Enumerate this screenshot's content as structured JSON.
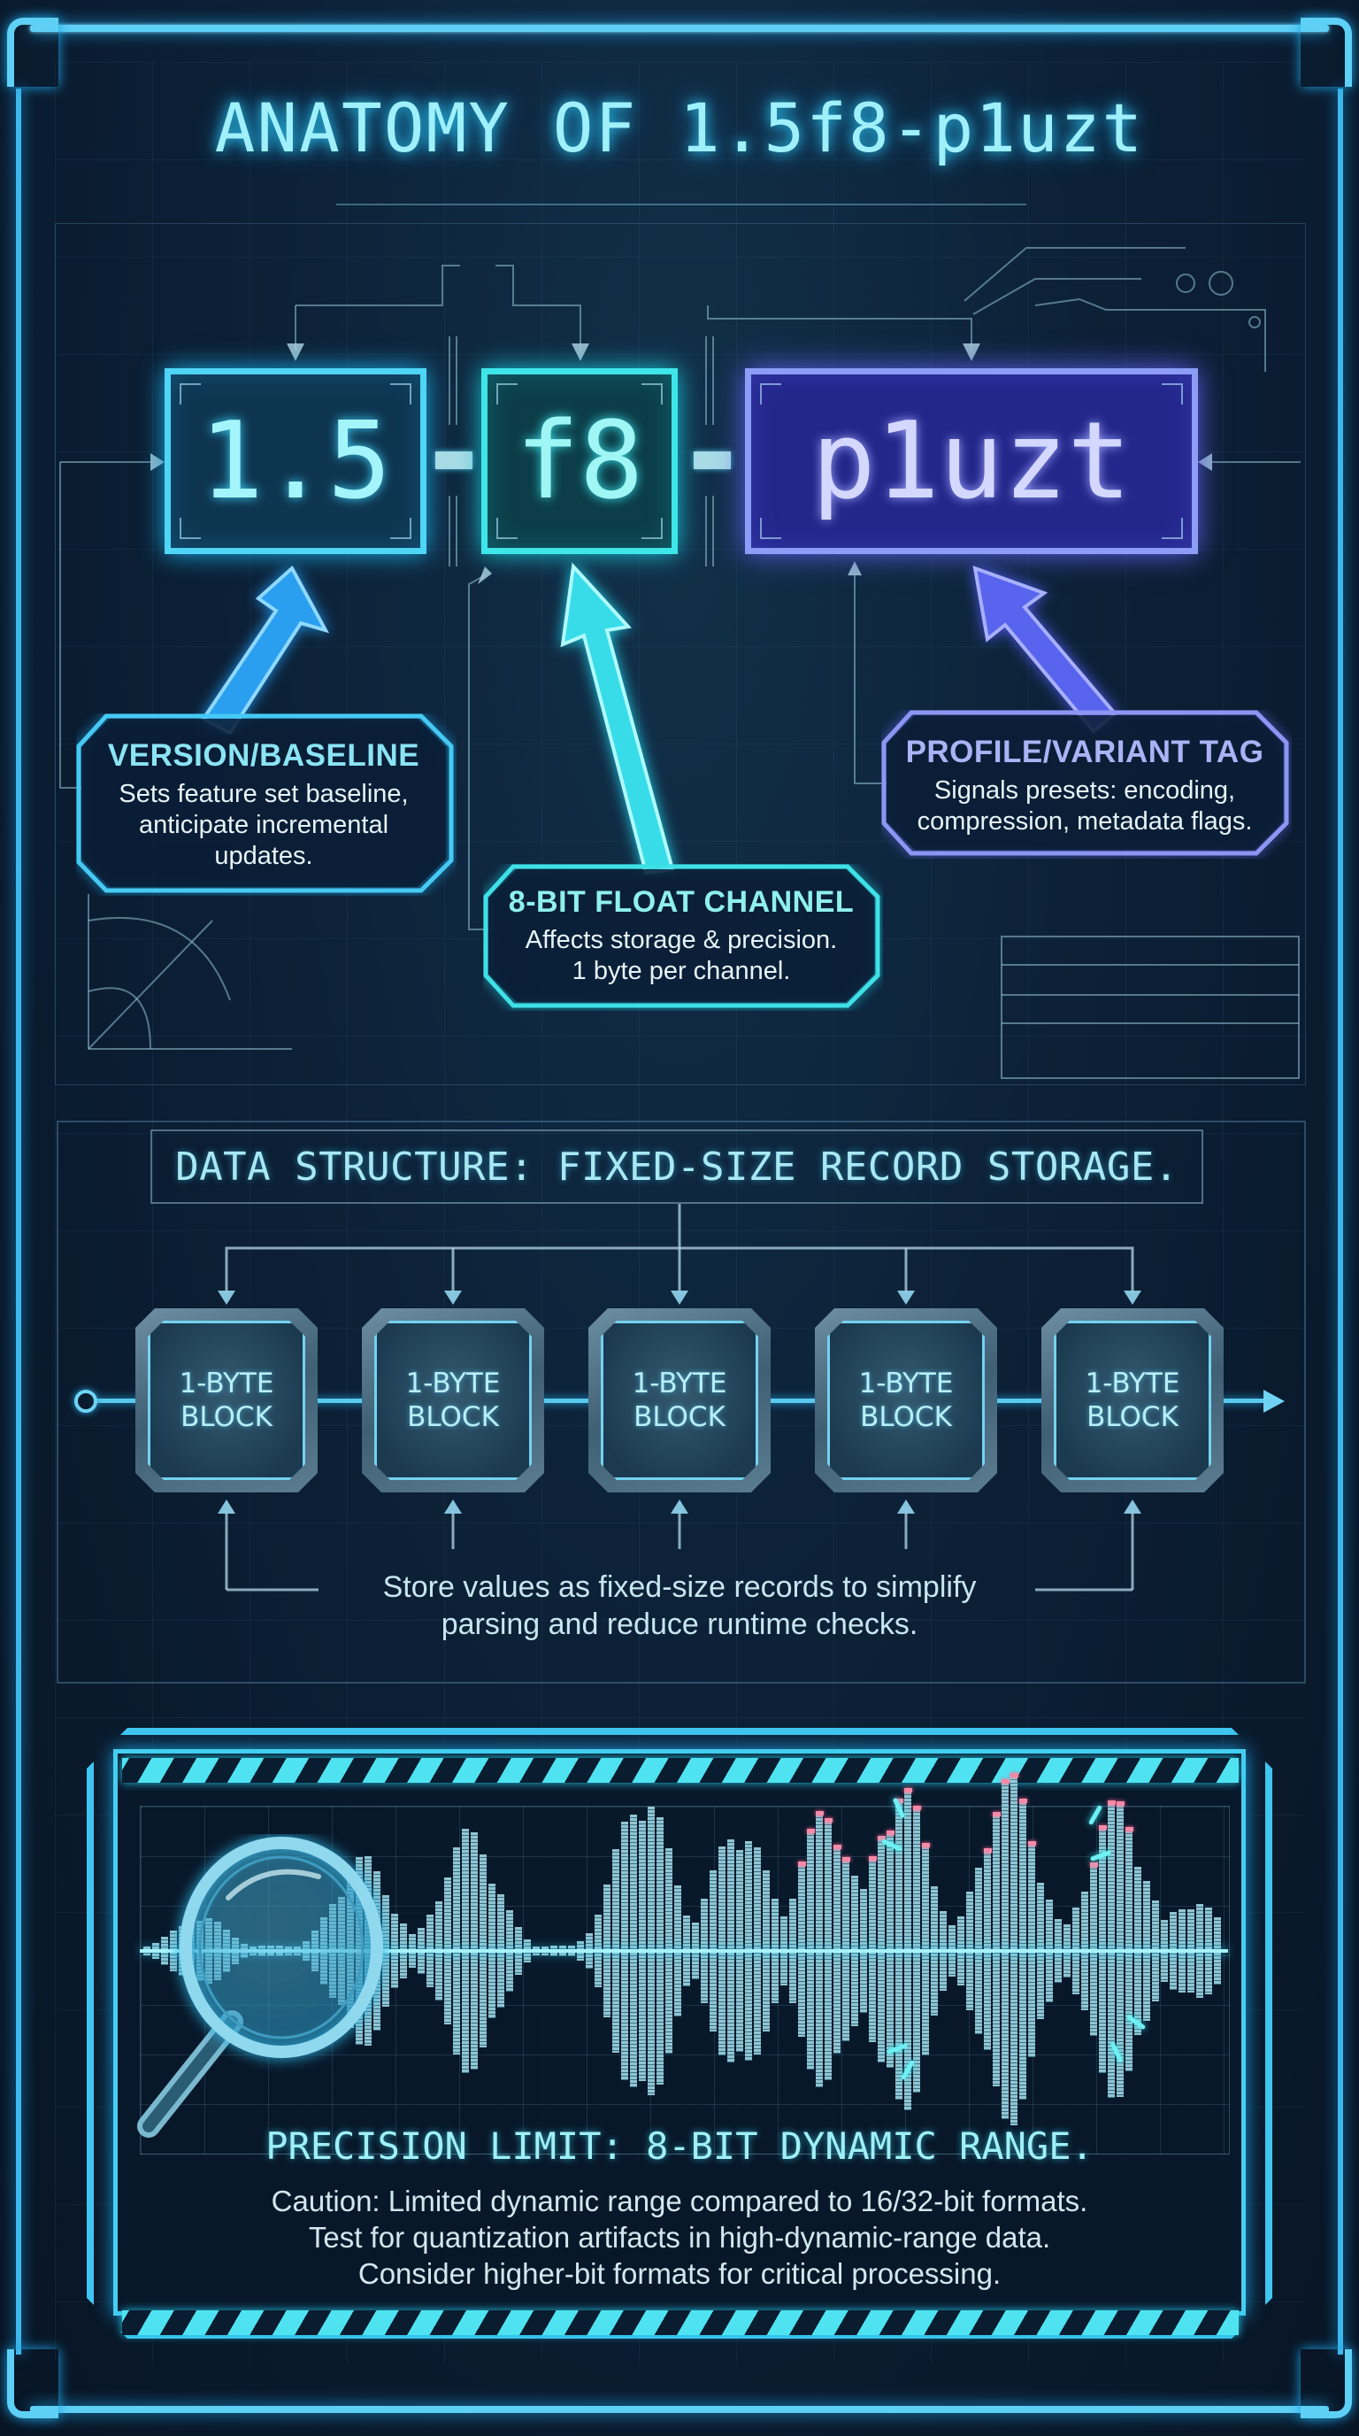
{
  "title": "ANATOMY OF 1.5f8-p1uzt",
  "tokens": {
    "version": "1.5",
    "separator1": "-",
    "bit_depth": "f8",
    "separator2": "-",
    "tag": "p1uzt"
  },
  "callouts": {
    "version": {
      "title": "VERSION/BASELINE",
      "body": [
        "Sets feature set baseline,",
        "anticipate incremental",
        "updates."
      ]
    },
    "bit_depth": {
      "title": "8-BIT FLOAT CHANNEL",
      "body": [
        "Affects storage & precision.",
        "1 byte per channel."
      ]
    },
    "tag": {
      "title": "PROFILE/VARIANT TAG",
      "body": [
        "Signals presets: encoding,",
        "compression, metadata flags."
      ]
    }
  },
  "data_structure": {
    "title": "DATA STRUCTURE: FIXED-SIZE RECORD STORAGE.",
    "blocks": [
      {
        "line1": "1-BYTE",
        "line2": "BLOCK"
      },
      {
        "line1": "1-BYTE",
        "line2": "BLOCK"
      },
      {
        "line1": "1-BYTE",
        "line2": "BLOCK"
      },
      {
        "line1": "1-BYTE",
        "line2": "BLOCK"
      },
      {
        "line1": "1-BYTE",
        "line2": "BLOCK"
      }
    ],
    "caption": [
      "Store values as fixed-size records to simplify",
      "parsing and reduce runtime checks."
    ]
  },
  "precision": {
    "title": "PRECISION LIMIT: 8-BIT DYNAMIC RANGE.",
    "body": [
      "Caution: Limited dynamic range compared to 16/32-bit formats.",
      "Test for quantization artifacts in high-dynamic-range data.",
      "Consider higher-bit formats for critical processing."
    ]
  },
  "colors": {
    "background": "#0a1a2c",
    "frame": "#3fc6f0",
    "version_accent": "#4fd5f6",
    "bit_accent": "#3ee6ea",
    "tag_accent": "#8d9cf6",
    "clipping_marker": "#f58aa8"
  },
  "icons": {
    "magnifier": "magnifying-glass-icon",
    "waveform": "waveform-graphic"
  }
}
